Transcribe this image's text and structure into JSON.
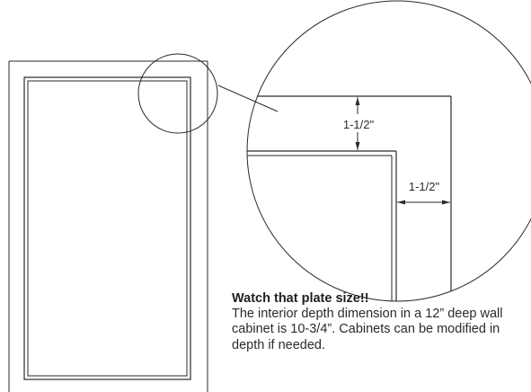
{
  "dimensions": {
    "vertical_label": "1-1/2\"",
    "horizontal_label": "1-1/2\""
  },
  "note": {
    "title": "Watch that plate size!!",
    "body": "The interior depth dimension in a 12” deep wall cabinet is 10-3/4”. Cabinets can be modified in depth if needed."
  },
  "colors": {
    "line": "#2a2a2a",
    "text": "#2b2b2b"
  }
}
